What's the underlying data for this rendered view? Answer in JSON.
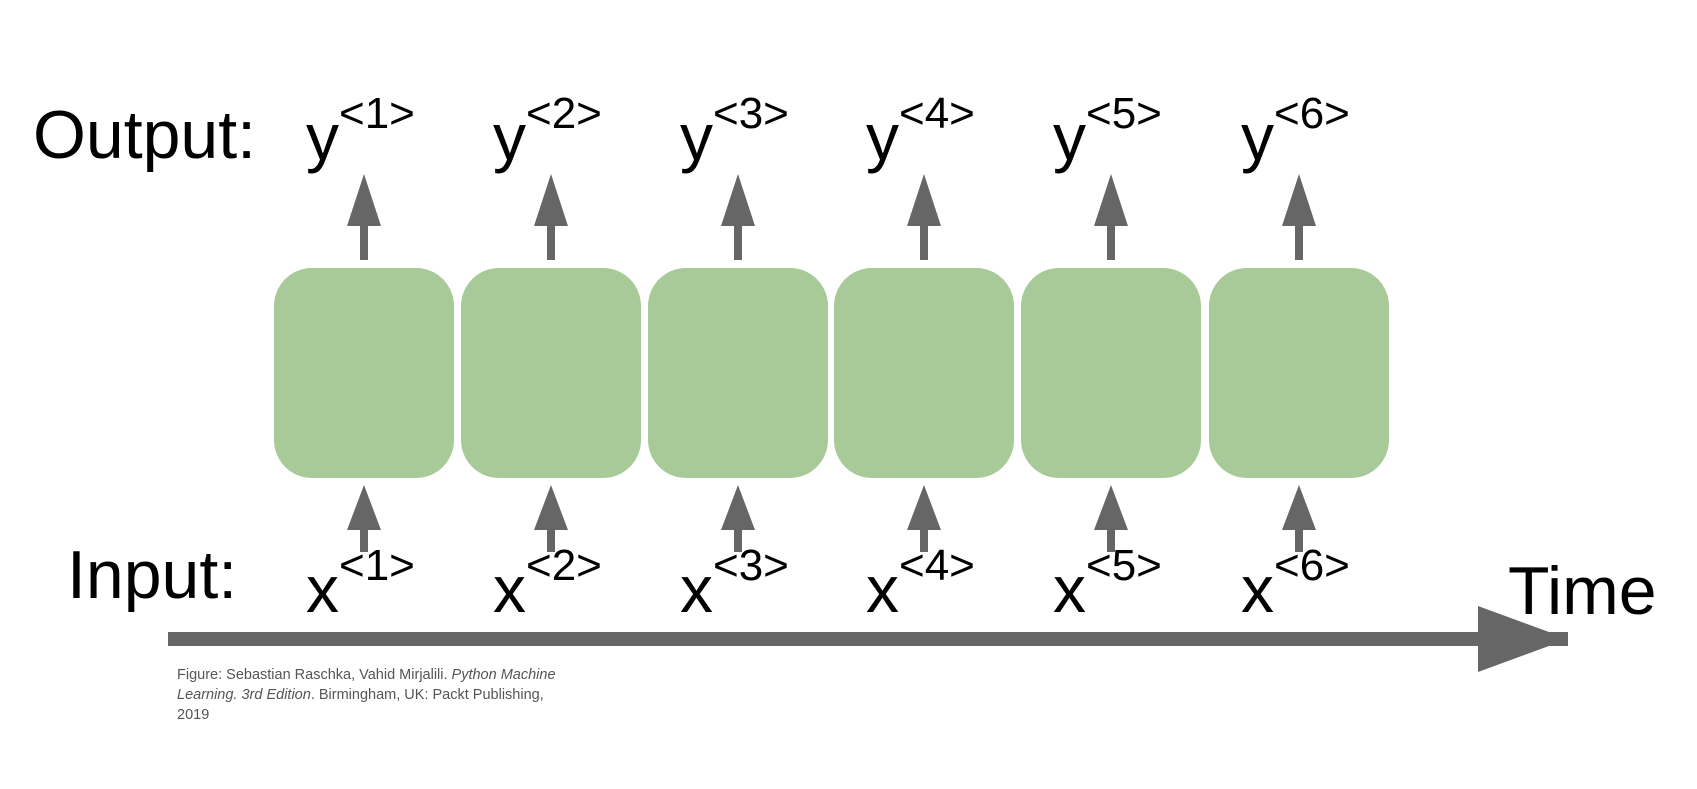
{
  "labels": {
    "output": "Output:",
    "input": "Input:",
    "time": "Time"
  },
  "steps": [
    {
      "output_base": "y",
      "output_sup": "<1>",
      "input_base": "x",
      "input_sup": "<1>"
    },
    {
      "output_base": "y",
      "output_sup": "<2>",
      "input_base": "x",
      "input_sup": "<2>"
    },
    {
      "output_base": "y",
      "output_sup": "<3>",
      "input_base": "x",
      "input_sup": "<3>"
    },
    {
      "output_base": "y",
      "output_sup": "<4>",
      "input_base": "x",
      "input_sup": "<4>"
    },
    {
      "output_base": "y",
      "output_sup": "<5>",
      "input_base": "x",
      "input_sup": "<5>"
    },
    {
      "output_base": "y",
      "output_sup": "<6>",
      "input_base": "x",
      "input_sup": "<6>"
    }
  ],
  "caption": {
    "part1": "Figure: Sebastian Raschka, Vahid Mirjalili. ",
    "italic": "Python Machine Learning. 3rd Edition",
    "part2": ". Birmingham, UK: Packt Publishing, 2019"
  },
  "colors": {
    "cell_fill": "#a8ca98",
    "arrow": "#666666",
    "text": "#000000"
  }
}
